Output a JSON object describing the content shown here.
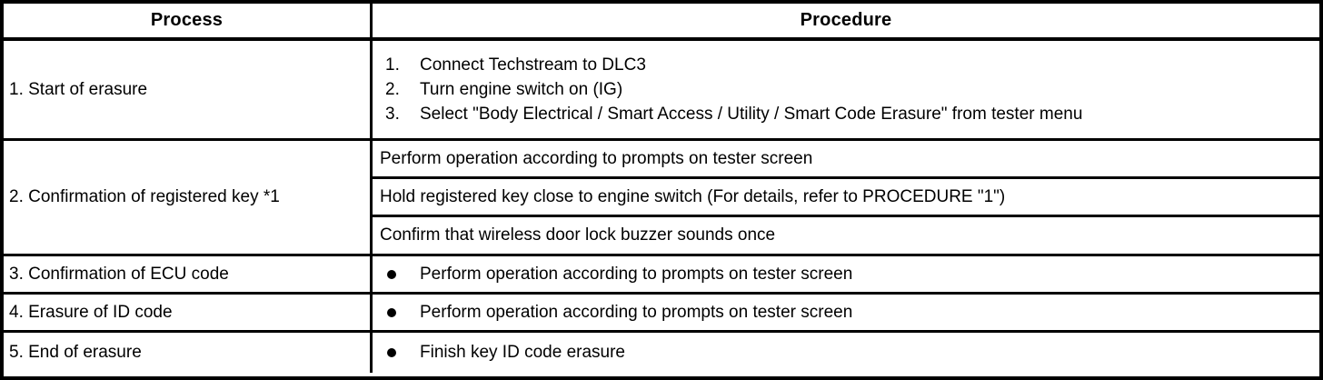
{
  "table": {
    "headers": {
      "process": "Process",
      "procedure": "Procedure"
    },
    "rows": [
      {
        "process": "1. Start of erasure",
        "procedure_type": "ordered-list",
        "items": [
          {
            "num": "1.",
            "text": "Connect Techstream to DLC3"
          },
          {
            "num": "2.",
            "text": "Turn engine switch on (IG)"
          },
          {
            "num": "3.",
            "text": "Select \"Body Electrical / Smart Access / Utility / Smart Code Erasure\" from tester menu"
          }
        ]
      },
      {
        "process": "2. Confirmation of registered key *1",
        "procedure_type": "sub-rows",
        "items": [
          {
            "text": "Perform operation according to prompts on tester screen"
          },
          {
            "text": "Hold registered key close to engine switch (For details, refer to PROCEDURE \"1\")"
          },
          {
            "text": "Confirm that wireless door lock buzzer sounds once"
          }
        ]
      },
      {
        "process": "3. Confirmation of ECU code",
        "procedure_type": "bullet",
        "items": [
          {
            "text": "Perform operation according to prompts on tester screen"
          }
        ]
      },
      {
        "process": "4. Erasure of ID code",
        "procedure_type": "bullet",
        "items": [
          {
            "text": "Perform operation according to prompts on tester screen"
          }
        ]
      },
      {
        "process": "5. End of erasure",
        "procedure_type": "bullet",
        "items": [
          {
            "text": "Finish key ID code erasure"
          }
        ]
      }
    ]
  },
  "colors": {
    "border": "#000000",
    "background": "#ffffff",
    "text": "#000000"
  }
}
